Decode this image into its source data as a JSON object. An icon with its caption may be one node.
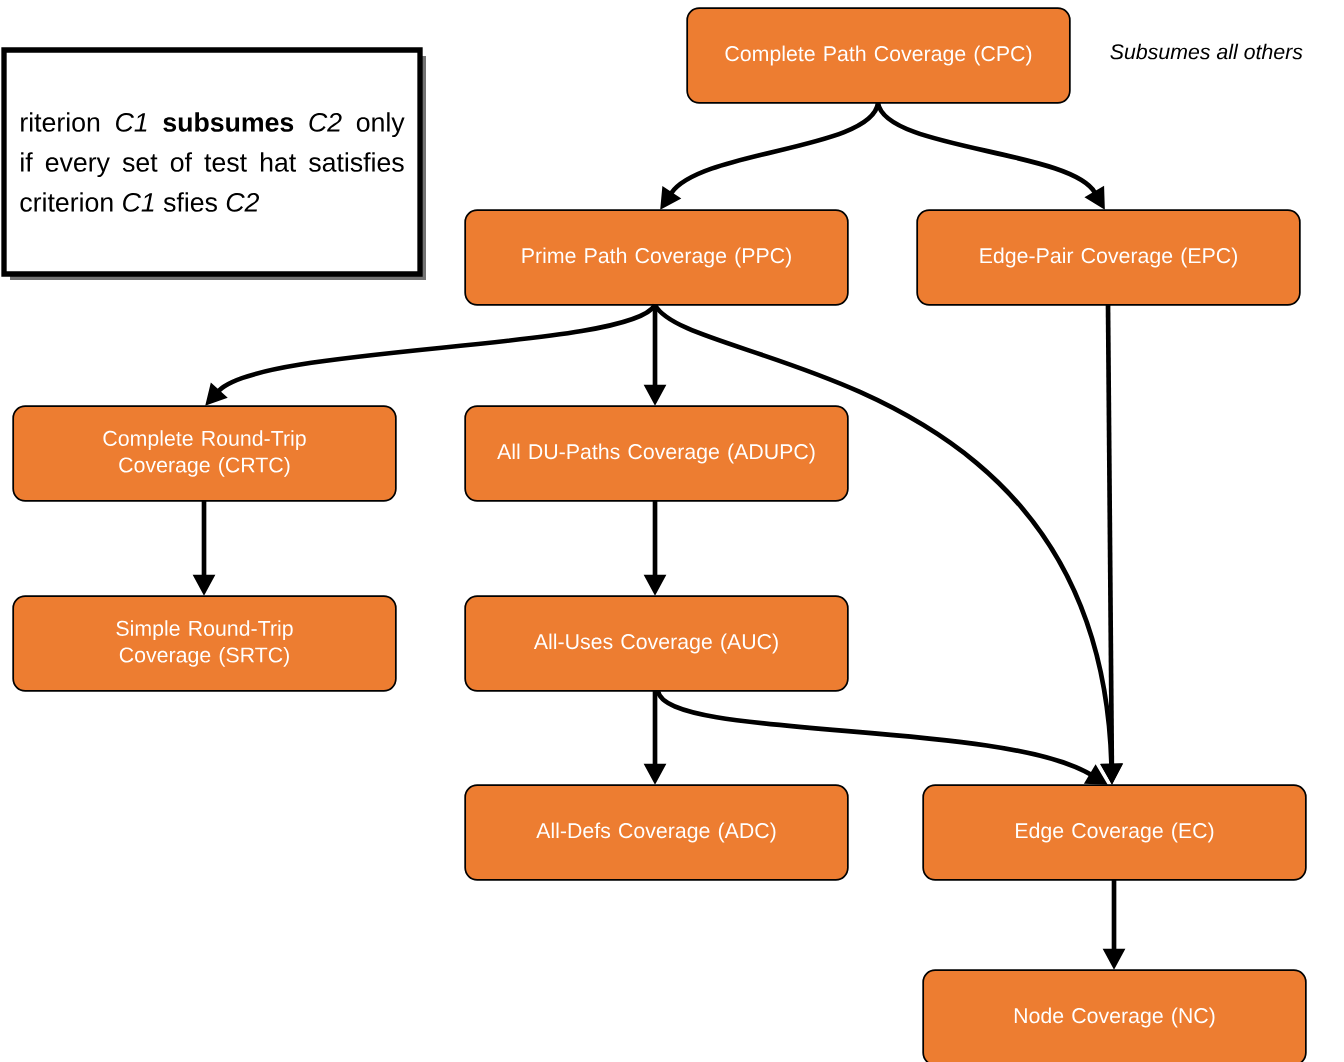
{
  "diagram": {
    "nodes": [
      {
        "text": [
          "Complete Path Coverage (CPC)"
        ],
        "beside": [
          "Subsumes all others"
        ]
      },
      {
        "text": [
          "Prime Path Coverage (PPC)"
        ]
      },
      {
        "text": [
          "Edge-Pair Coverage (EPC)"
        ]
      },
      {
        "text": [
          "Complete Round-Trip Coverage (CRTC)"
        ]
      },
      {
        "text": [
          "All DU-Paths Coverage (ADUPC)"
        ]
      },
      {
        "text": [
          "Simple Round-Trip Coverage (SRTC)"
        ]
      },
      {
        "text": [
          "All-Uses Coverage (AUC)"
        ]
      },
      {
        "text": [
          "All-Defs Coverage (ADC)"
        ]
      },
      {
        "text": [
          "Edge Coverage (EC)"
        ]
      },
      {
        "text": [
          "Node Coverage (NC)"
        ]
      },
      {
        "text": [
          "riterion *C1* **subsumes** *C2* only if every set of test hat satisfies criterion *C1* sfies *C2*"
        ]
      }
    ],
    "edges": [
      {
        "from": 0,
        "to": 1,
        "arrow": "to"
      },
      {
        "from": 0,
        "to": 2,
        "arrow": "to"
      },
      {
        "from": 1,
        "to": 3,
        "arrow": "to"
      },
      {
        "from": 1,
        "to": 4,
        "arrow": "to"
      },
      {
        "from": 1,
        "to": 8,
        "arrow": "to"
      },
      {
        "from": 2,
        "to": 8,
        "arrow": "to"
      },
      {
        "from": 3,
        "to": 5,
        "arrow": "to"
      },
      {
        "from": 4,
        "to": 6,
        "arrow": "to"
      },
      {
        "from": 6,
        "to": 7,
        "arrow": "to"
      },
      {
        "from": 6,
        "to": 8,
        "arrow": "to"
      },
      {
        "from": 8,
        "to": 9,
        "arrow": "to"
      }
    ]
  }
}
